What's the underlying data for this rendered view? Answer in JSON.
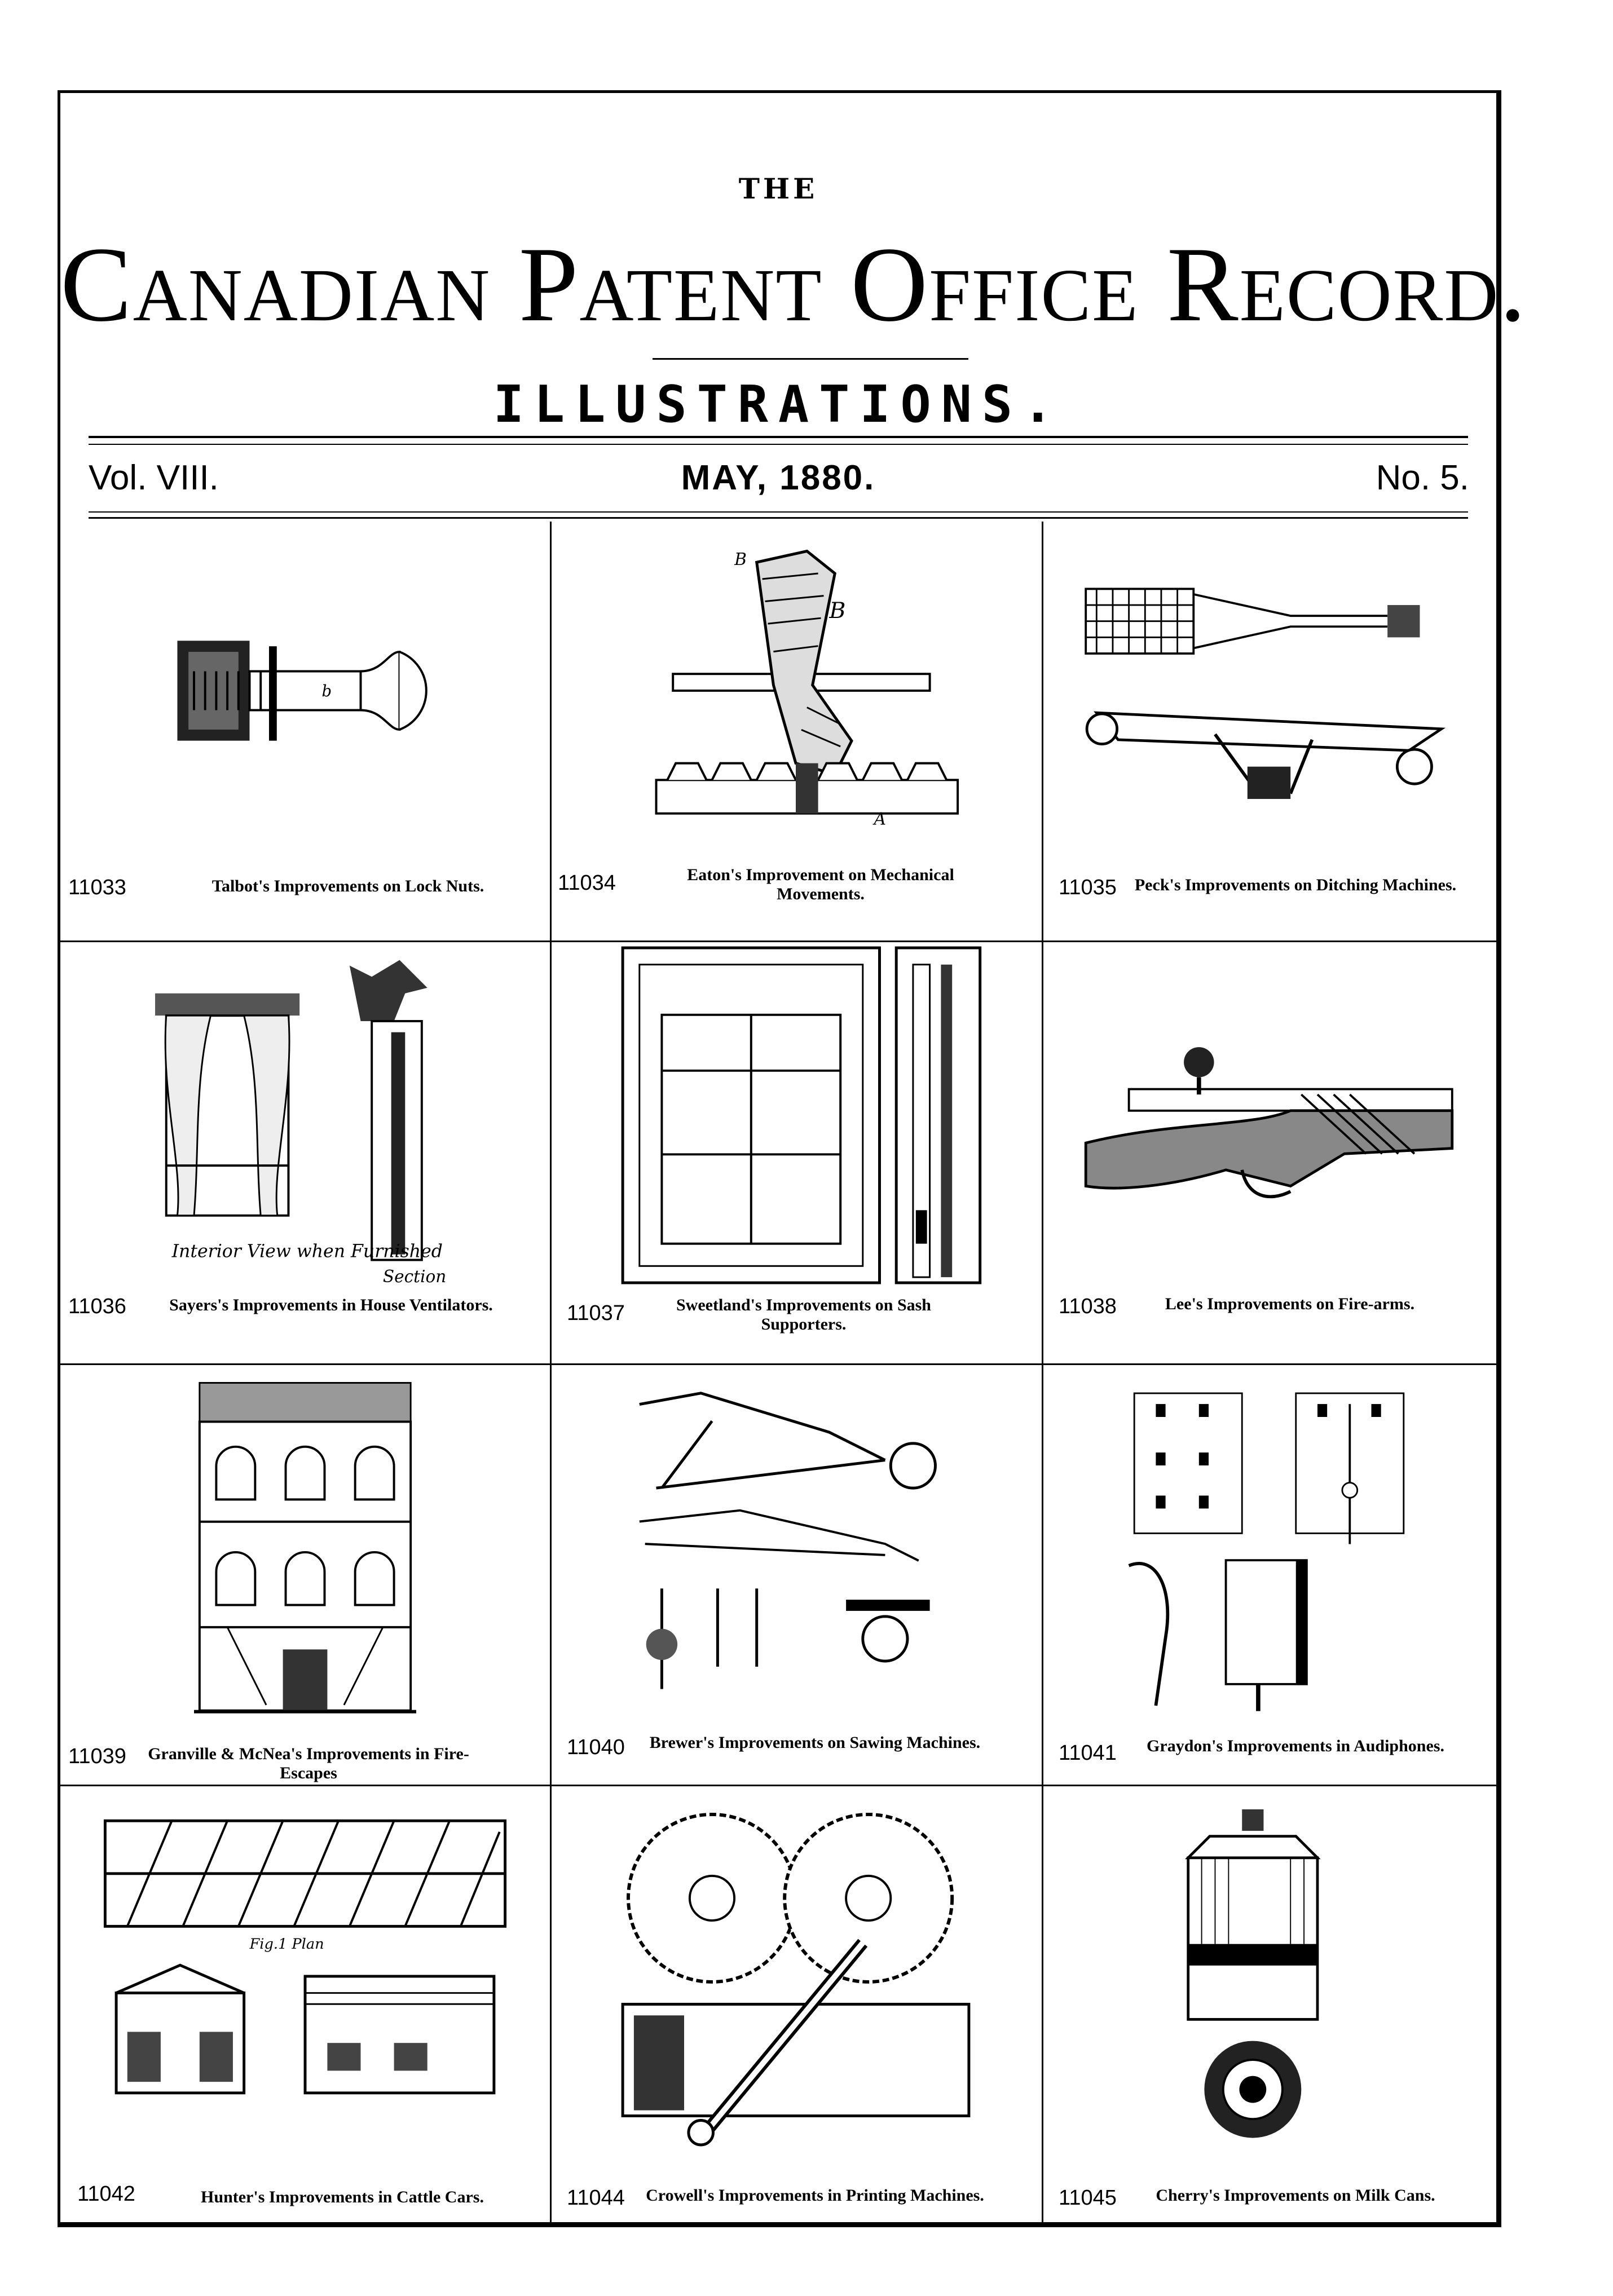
{
  "header": {
    "the": "THE",
    "title": "Canadian Patent Office Record.",
    "subtitle": "ILLUSTRATIONS.",
    "volume": "Vol. VIII.",
    "date": "MAY, 1880.",
    "number": "No. 5."
  },
  "patents": [
    {
      "number": "11033",
      "caption": "Talbot's Improvements on Lock Nuts."
    },
    {
      "number": "11034",
      "caption": "Eaton's Improvement on Mechanical Movements."
    },
    {
      "number": "11035",
      "caption": "Peck's Improvements on Ditching Machines."
    },
    {
      "number": "11036",
      "caption": "Sayers's Improvements in House Ventilators."
    },
    {
      "number": "11037",
      "caption": "Sweetland's Improvements on Sash Supporters."
    },
    {
      "number": "11038",
      "caption": "Lee's Improvements on Fire-arms."
    },
    {
      "number": "11039",
      "caption": "Granville & McNea's Improvements in Fire-Escapes"
    },
    {
      "number": "11040",
      "caption": "Brewer's Improvements on Sawing Machines."
    },
    {
      "number": "11041",
      "caption": "Graydon's Improvements in Audiphones."
    },
    {
      "number": "11042",
      "caption": "Hunter's Improvements in Cattle Cars."
    },
    {
      "number": "11044",
      "caption": "Crowell's Improvements in Printing Machines."
    },
    {
      "number": "11045",
      "caption": "Cherry's Improvements on Milk Cans."
    }
  ],
  "figure_labels": {
    "interior_view": "Interior View when Furnished",
    "section": "Section",
    "fig1_plan": "Fig.1 Plan"
  }
}
